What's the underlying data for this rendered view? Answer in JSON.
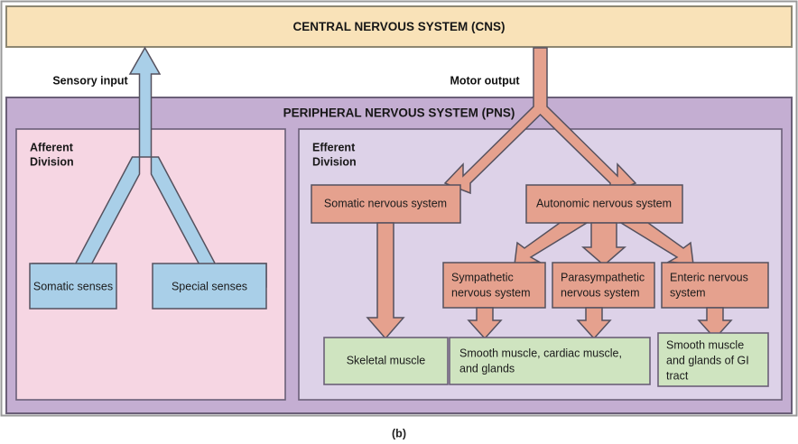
{
  "figure": {
    "caption": "(b)",
    "outer_border_color": "#8a8a8a"
  },
  "cns": {
    "title": "CENTRAL NERVOUS SYSTEM (CNS)",
    "fill": "#f9e2b8",
    "stroke": "#8e8772"
  },
  "pathways": {
    "sensory_label": "Sensory input",
    "sensory_arrow_fill": "#a9cfe8",
    "motor_label": "Motor output",
    "motor_arrow_fill": "#e5a18e"
  },
  "pns": {
    "title": "PERIPHERAL NERVOUS SYSTEM (PNS)",
    "band_fill": "#c4aed2",
    "stroke": "#6b5f78"
  },
  "afferent": {
    "title_line1": "Afferent",
    "title_line2": "Division",
    "panel_fill": "#f6d6e3",
    "boxes": [
      {
        "label": "Somatic senses",
        "fill": "#a9cfe8"
      },
      {
        "label": "Special senses",
        "fill": "#a9cfe8"
      }
    ]
  },
  "efferent": {
    "title_line1": "Efferent",
    "title_line2": "Division",
    "panel_fill": "#ddd2e8",
    "systems": [
      {
        "label": "Somatic nervous system",
        "fill": "#e5a18e"
      },
      {
        "label": "Autonomic nervous system",
        "fill": "#e5a18e"
      }
    ],
    "autonomic_branches": [
      {
        "line1": "Sympathetic",
        "line2": "nervous system",
        "fill": "#e5a18e"
      },
      {
        "line1": "Parasympathetic",
        "line2": "nervous system",
        "fill": "#e5a18e"
      },
      {
        "line1": "Enteric nervous",
        "line2": "system",
        "fill": "#e5a18e"
      }
    ],
    "targets": [
      {
        "lines": [
          "Skeletal muscle"
        ],
        "fill": "#cfe4c0"
      },
      {
        "lines": [
          "Smooth muscle, cardiac muscle,",
          "and glands"
        ],
        "fill": "#cfe4c0"
      },
      {
        "lines": [
          "Smooth muscle",
          "and glands of GI",
          "tract"
        ],
        "fill": "#cfe4c0"
      }
    ]
  }
}
